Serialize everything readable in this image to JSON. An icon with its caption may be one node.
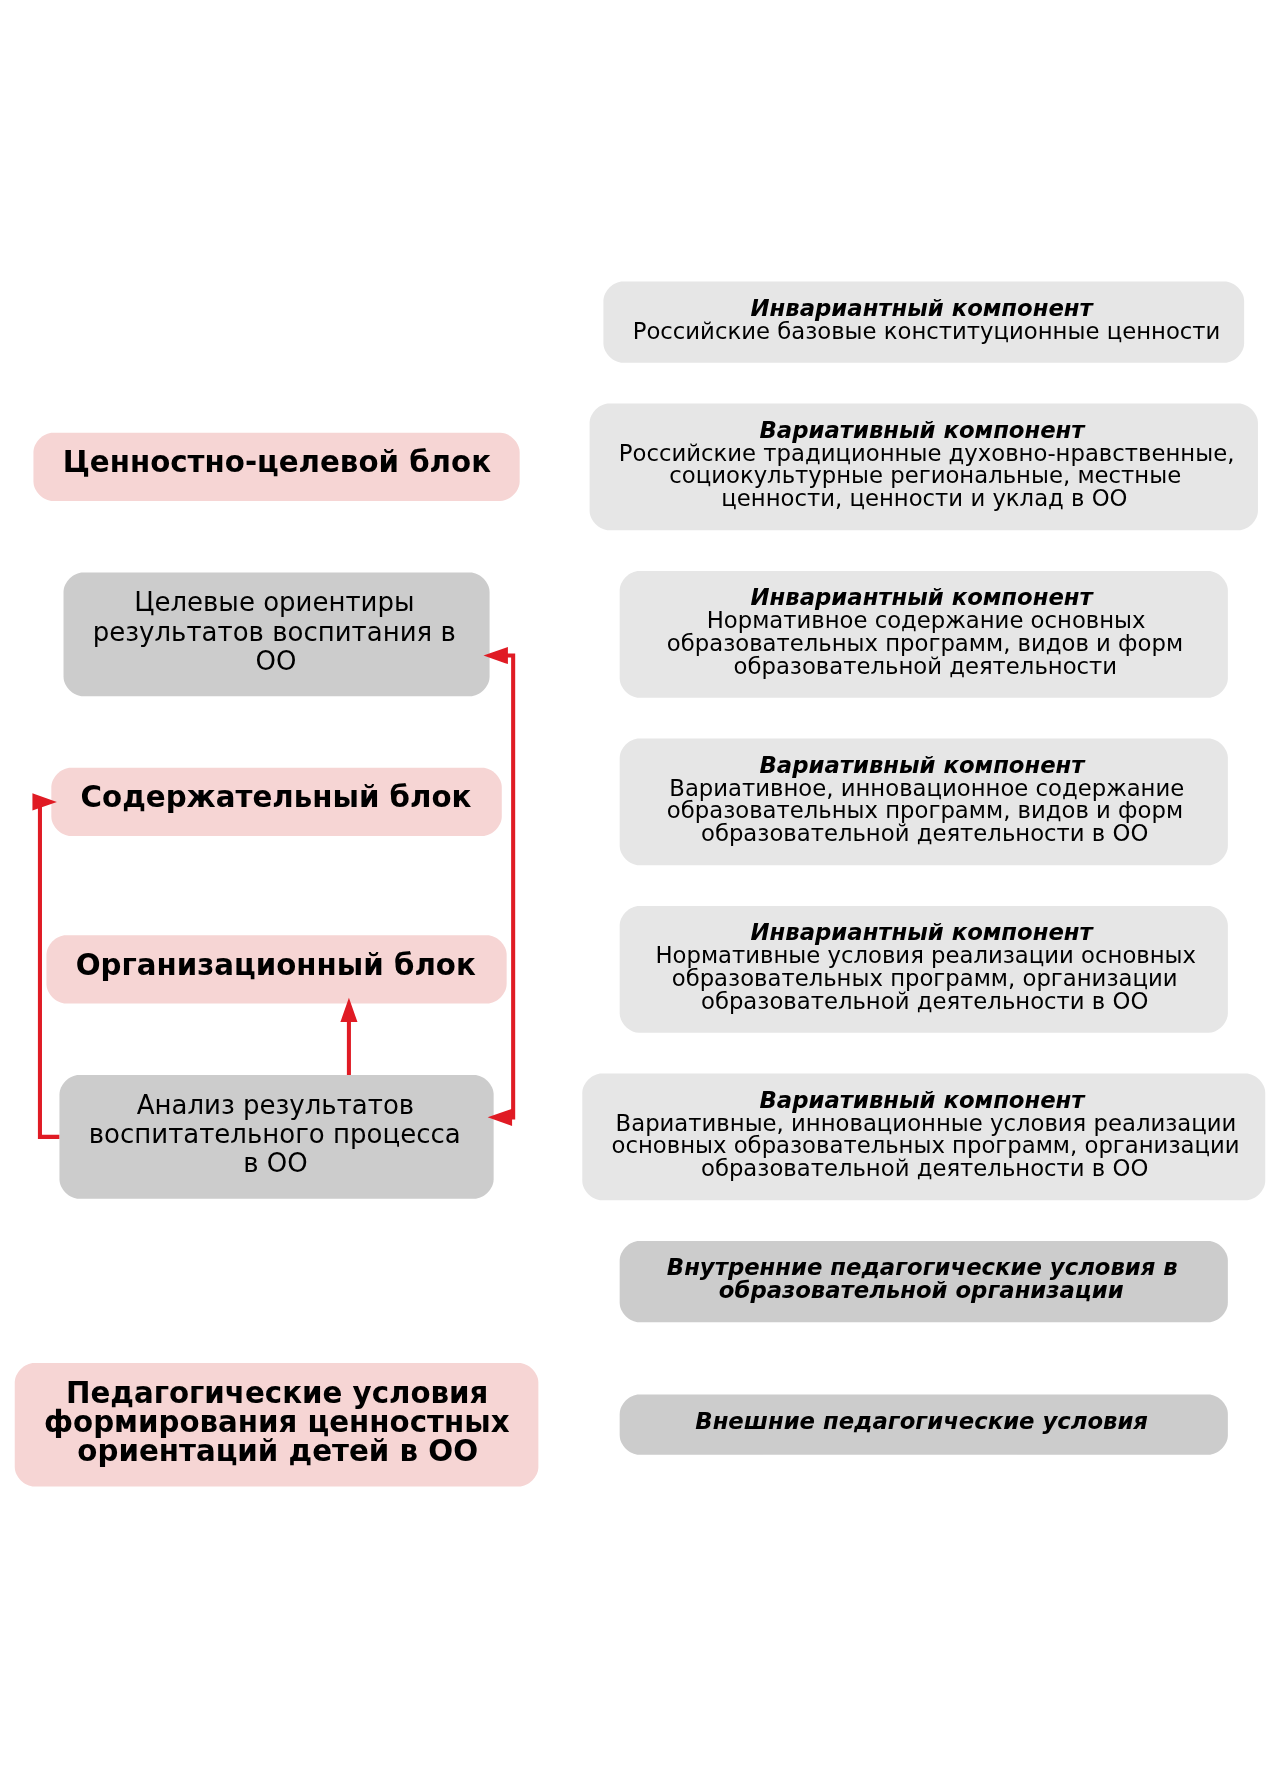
{
  "diagram": {
    "nodes": [
      {
        "text": [
          "Инвариантный компонент",
          "Российские базовые конституционные ценности"
        ]
      },
      {
        "text": [
          "Ценностно-целевой блок"
        ]
      },
      {
        "text": [
          "Вариативный компонент",
          "Российские традиционные духовно-нравственные, социокультурные региональные, местные ценности, ценности и уклад в ОО"
        ]
      },
      {
        "text": [
          "Целевые ориентиры результатов воспитания в ОО"
        ]
      },
      {
        "text": [
          "Инвариантный компонент",
          "Нормативное содержание основных образовательных программ, видов и форм образовательной деятельности"
        ]
      },
      {
        "text": [
          "Содержательный блок"
        ]
      },
      {
        "text": [
          "Вариативный компонент",
          "Вариативное, инновационное содержание образовательных программ, видов и форм образовательной деятельности в ОО"
        ]
      },
      {
        "text": [
          "Инвариантный компонент",
          "Нормативные условия реализации основных образовательных программ, организации образовательной деятельности в ОО"
        ]
      },
      {
        "text": [
          "Организационный блок"
        ]
      },
      {
        "text": [
          "Вариативный компонент",
          "Вариативные, инновационные условия реализации основных образовательных программ, организации образовательной деятельности в ОО"
        ]
      },
      {
        "text": [
          "Анализ результатов воспитательного процесса в ОО"
        ]
      },
      {
        "text": [
          "Внутренние педагогические условия в образовательной организации"
        ]
      },
      {
        "text": [
          "Педагогические условия формирования ценностных ориентаций детей в ОО"
        ]
      },
      {
        "text": [
          "Внешние педагогические условия"
        ]
      }
    ],
    "edges": [
      {
        "from": 3,
        "to": 10,
        "arrow": "both",
        "color": "#e01b24"
      },
      {
        "from": 10,
        "to": 5,
        "arrow": "to",
        "color": "#e01b24"
      },
      {
        "from": 10,
        "to": 8,
        "arrow": "to",
        "color": "#e01b24"
      }
    ]
  }
}
